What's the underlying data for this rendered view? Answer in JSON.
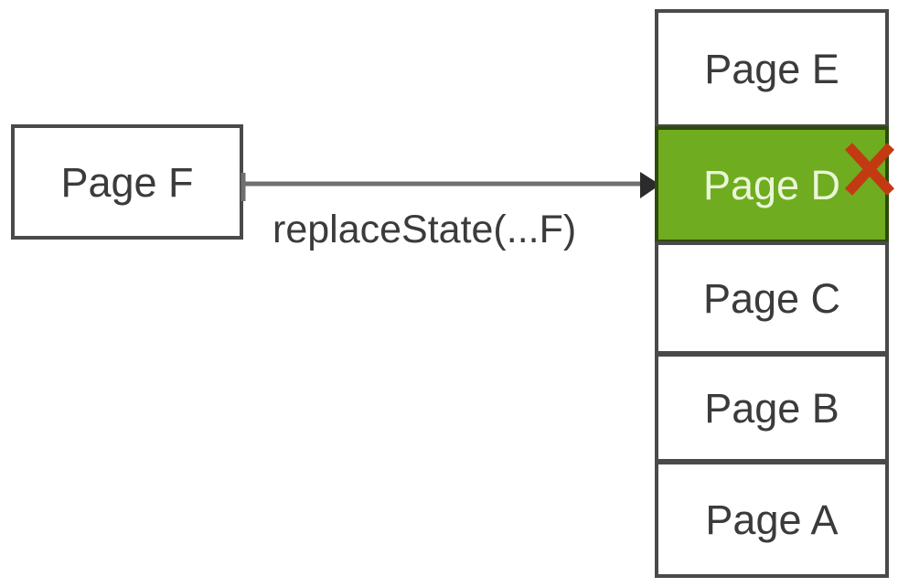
{
  "diagram": {
    "title": "history stack replaceState diagram",
    "background_color": "#ffffff",
    "source_node": {
      "label": "Page F",
      "text_color": "#3b3b3b",
      "border_color": "#4a4a4a",
      "fill_color": "#ffffff"
    },
    "transition": {
      "label": "replaceState(...F)",
      "arrow_color": "#6f6f6f",
      "arrowhead_color": "#2b2b2b",
      "direction": "left-to-right"
    },
    "stack": {
      "name": "history-stack",
      "order": "top-to-bottom",
      "rows": [
        {
          "label": "Page E",
          "state": "normal",
          "fill_color": "#ffffff",
          "text_color": "#3b3b3b",
          "border_color": "#4a4a4a"
        },
        {
          "label": "Page D",
          "state": "highlighted-replaced",
          "fill_color": "#6fac1f",
          "text_color": "#e9f6d8",
          "border_color": "#2e4a0c",
          "marker": "red-x-delete-marker",
          "marker_color": "#c33a12"
        },
        {
          "label": "Page C",
          "state": "normal",
          "fill_color": "#ffffff",
          "text_color": "#3b3b3b",
          "border_color": "#4a4a4a"
        },
        {
          "label": "Page B",
          "state": "normal",
          "fill_color": "#ffffff",
          "text_color": "#3b3b3b",
          "border_color": "#4a4a4a"
        },
        {
          "label": "Page A",
          "state": "normal",
          "fill_color": "#ffffff",
          "text_color": "#3b3b3b",
          "border_color": "#4a4a4a"
        }
      ]
    }
  }
}
